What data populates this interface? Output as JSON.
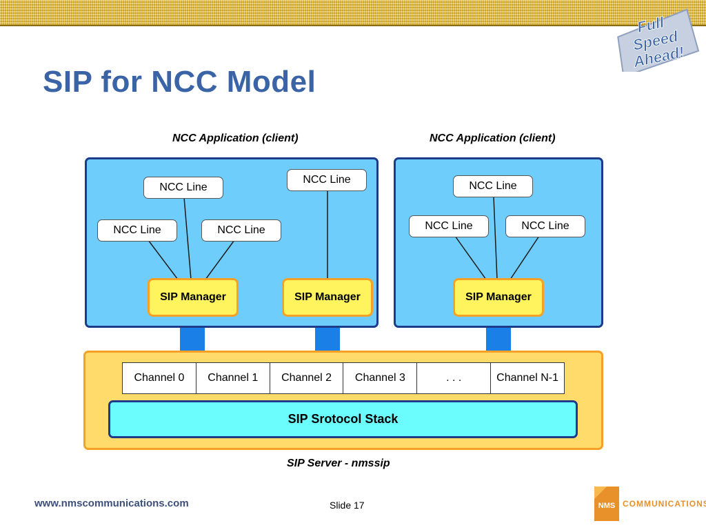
{
  "slide": {
    "title": "SIP for NCC Model",
    "footer_url": "www.nmscommunications.com",
    "slide_number": "Slide 17",
    "logo_top_text": [
      "Full",
      "Speed",
      "Ahead!"
    ],
    "logo_bottom": {
      "mark": "NMS",
      "word": "COMMUNICATIONS"
    }
  },
  "diagram": {
    "clients": [
      {
        "label": "NCC Application (client)",
        "ncc_lines": [
          "NCC Line",
          "NCC Line",
          "NCC Line",
          "NCC Line"
        ],
        "sip_managers": [
          "SIP Manager",
          "SIP Manager"
        ]
      },
      {
        "label": "NCC Application (client)",
        "ncc_lines": [
          "NCC Line",
          "NCC Line",
          "NCC Line"
        ],
        "sip_managers": [
          "SIP Manager"
        ]
      }
    ],
    "server": {
      "label": "SIP Server - nmssip",
      "channels": [
        "Channel 0",
        "Channel 1",
        "Channel 2",
        "Channel 3",
        ". . .",
        "Channel N-1"
      ],
      "stack": "SIP Srotocol Stack"
    }
  },
  "colors": {
    "title": "#3a64a6",
    "client_fill": "#6fcdfc",
    "client_border": "#1e3b8a",
    "server_fill": "#fedb6a",
    "server_border": "#f6a126",
    "sip_manager_fill": "#fff45e",
    "stack_fill": "#6bfcfd",
    "connector": "#1a7fe6"
  }
}
